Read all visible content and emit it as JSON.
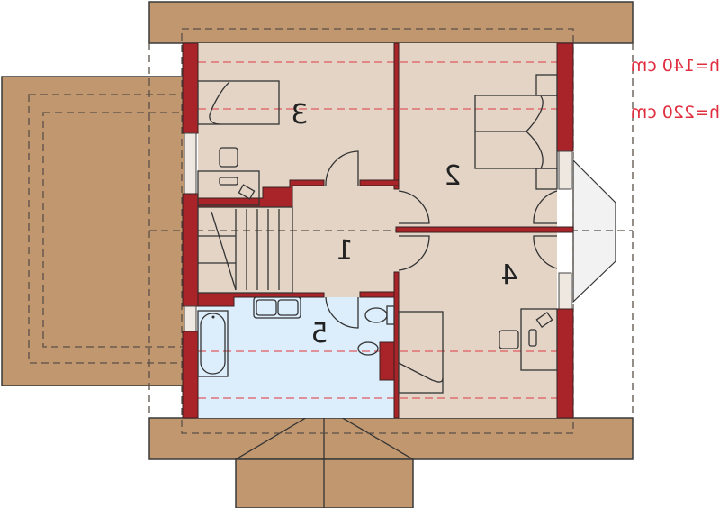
{
  "plan": {
    "rooms": [
      {
        "number": "1",
        "type": "hallway"
      },
      {
        "number": "2",
        "type": "bedroom"
      },
      {
        "number": "3",
        "type": "bedroom"
      },
      {
        "number": "4",
        "type": "bedroom"
      },
      {
        "number": "5",
        "type": "bathroom"
      }
    ],
    "legend": {
      "height_140": "h=140 cm",
      "height_220": "h=220 cm"
    },
    "colors": {
      "roof": "#c0976f",
      "wall": "#a82428",
      "room_floor": "#e3d4c6",
      "bathroom_floor": "#dceefb",
      "height_line": "#e05a60"
    }
  }
}
